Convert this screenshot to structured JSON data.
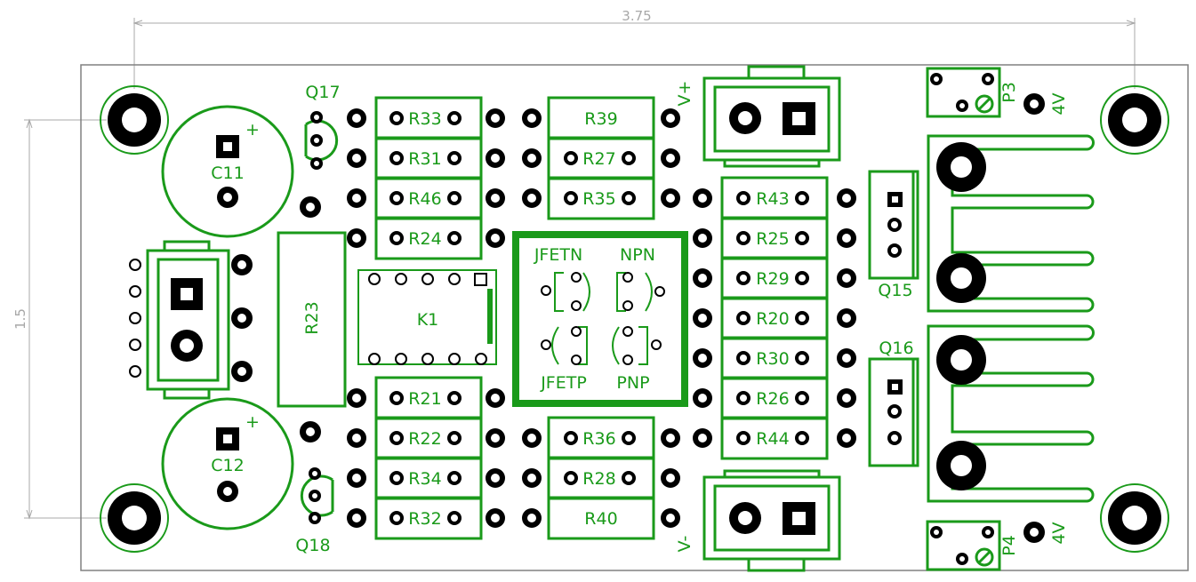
{
  "dimensions": {
    "width_label": "3.75",
    "height_label": "1.5"
  },
  "resistors": [
    "R33",
    "R31",
    "R46",
    "R24",
    "R21",
    "R22",
    "R34",
    "R32",
    "R39",
    "R27",
    "R35",
    "R36",
    "R28",
    "R40",
    "R43",
    "R25",
    "R29",
    "R20",
    "R30",
    "R26",
    "R44",
    "R23"
  ],
  "capacitors": [
    "C11",
    "C12"
  ],
  "transistors": [
    "Q17",
    "Q18",
    "Q15",
    "Q16"
  ],
  "relay": "K1",
  "socket_labels": {
    "jfetn": "JFETN",
    "npn": "NPN",
    "jfetp": "JFETP",
    "pnp": "PNP"
  },
  "connectors": {
    "vplus": "V+",
    "vminus": "V-"
  },
  "pots": [
    {
      "name": "P3",
      "value": "4V"
    },
    {
      "name": "P4",
      "value": "4V"
    }
  ],
  "polarity_mark": "+",
  "colors": {
    "silkscreen": "#1a9a1a",
    "copper": "#000000",
    "board_outline": "#808080",
    "dimension": "#a8a8a8"
  }
}
